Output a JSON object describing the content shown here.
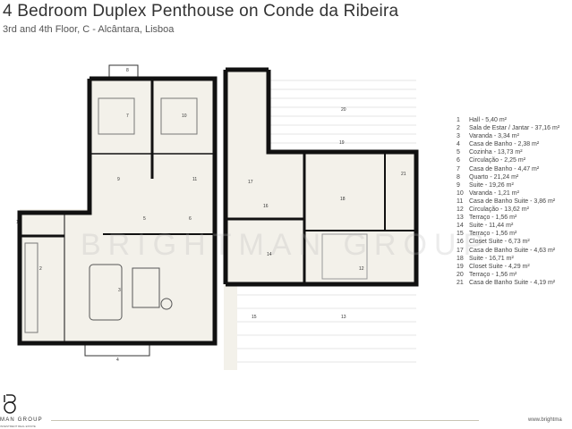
{
  "header": {
    "title": "4 Bedroom Duplex Penthouse on Conde da Ribeira",
    "subtitle": "3rd and 4th Floor, C - Alcântara, Lisboa"
  },
  "legend": [
    {
      "num": "1",
      "label": "Hall - 5,40 m²"
    },
    {
      "num": "2",
      "label": "Sala de Estar / Jantar - 37,16 m²"
    },
    {
      "num": "3",
      "label": "Varanda - 3,34 m²"
    },
    {
      "num": "4",
      "label": "Casa de Banho - 2,38 m²"
    },
    {
      "num": "5",
      "label": "Cozinha - 13,73 m²"
    },
    {
      "num": "6",
      "label": "Circulação - 2,25 m²"
    },
    {
      "num": "7",
      "label": "Casa de Banho - 4,47 m²"
    },
    {
      "num": "8",
      "label": "Quarto - 21,24 m²"
    },
    {
      "num": "9",
      "label": "Suite - 19,26 m²"
    },
    {
      "num": "10",
      "label": "Varanda - 1,21 m²"
    },
    {
      "num": "11",
      "label": "Casa de Banho Suite - 3,86 m²"
    },
    {
      "num": "12",
      "label": "Circulação - 13,62 m²"
    },
    {
      "num": "13",
      "label": "Terraço - 1,56 m²"
    },
    {
      "num": "14",
      "label": "Suite - 11,44 m²"
    },
    {
      "num": "15",
      "label": "Terraço - 1,56 m²"
    },
    {
      "num": "16",
      "label": "Closet Suite - 6,73 m²"
    },
    {
      "num": "17",
      "label": "Casa de Banho Suite - 4,63 m²"
    },
    {
      "num": "18",
      "label": "Suite - 16,71 m²"
    },
    {
      "num": "19",
      "label": "Closet Suite - 4,29 m²"
    },
    {
      "num": "20",
      "label": "Terraço - 1,56 m²"
    },
    {
      "num": "21",
      "label": "Casa de Banho Suite - 4,19 m²"
    }
  ],
  "plan_labels": {
    "l1": "1",
    "l2": "2",
    "l3": "3",
    "l4": "4",
    "l5": "5",
    "l6": "6",
    "l7": "7",
    "l8": "8",
    "l9": "9",
    "l10": "10",
    "l11": "11",
    "l12": "12",
    "l13": "13",
    "l14": "14",
    "l15": "15",
    "l16": "16",
    "l17": "17",
    "l18": "18",
    "l19": "19",
    "l20": "20",
    "l21": "21"
  },
  "watermark": "BRIGHTMAN GROUP",
  "footer": {
    "brand": "MAN GROUP",
    "brand_sub": "INVESTMENT REAL ESTATE",
    "url": "www.brightma"
  },
  "colors": {
    "wall": "#111111",
    "floor": "#f3f1ea",
    "line": "#c9c4b4"
  }
}
